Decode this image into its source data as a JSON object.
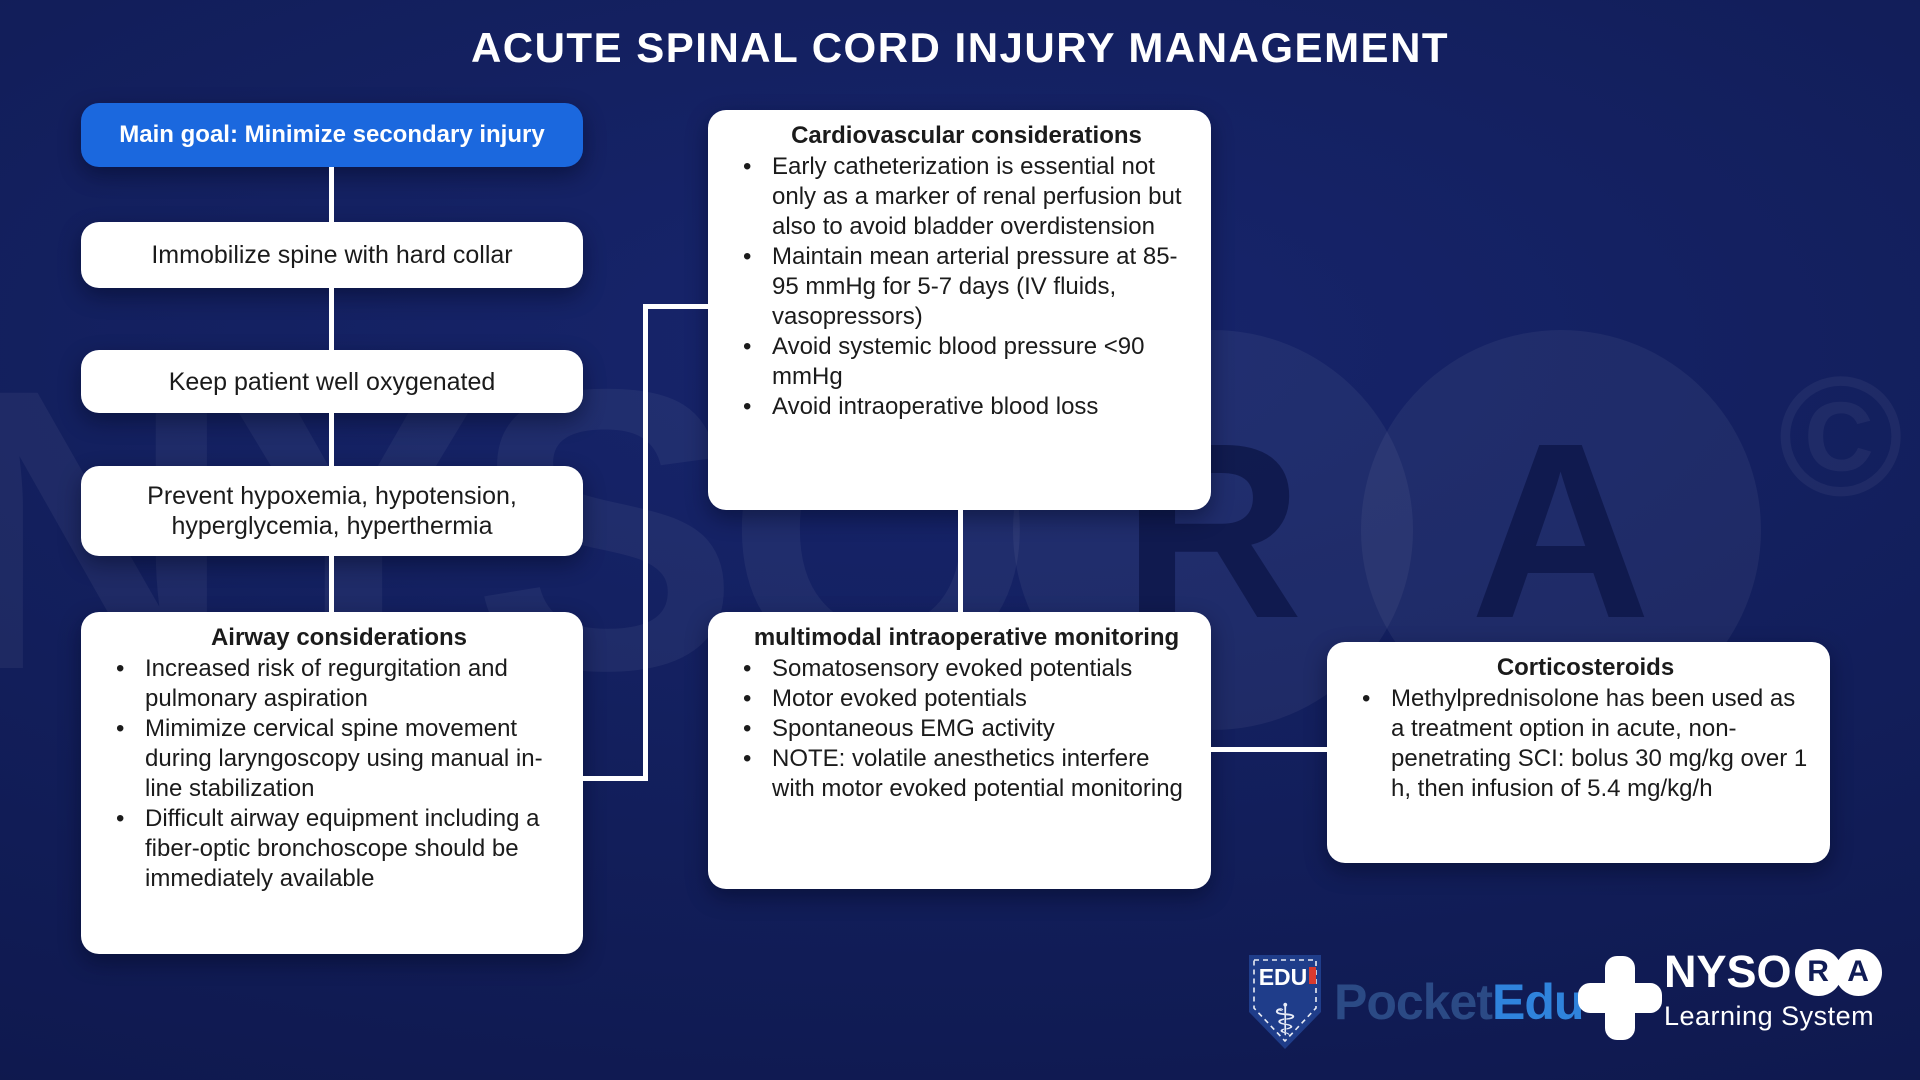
{
  "title": "ACUTE SPINAL CORD INJURY MANAGEMENT",
  "flow_steps": {
    "main_goal": "Main goal: Minimize secondary injury",
    "immobilize": "Immobilize spine with hard collar",
    "oxygenate": "Keep patient well oxygenated",
    "prevent": "Prevent hypoxemia, hypotension, hyperglycemia, hyperthermia"
  },
  "info_boxes": {
    "airway": {
      "title": "Airway considerations",
      "bullets": [
        "Increased risk of regurgitation and pulmonary aspiration",
        "Mimimize cervical spine movement during laryngoscopy using manual in-line stabilization",
        "Difficult airway equipment including a fiber-optic bronchoscope should be immediately available"
      ]
    },
    "cardiovascular": {
      "title": "Cardiovascular considerations",
      "bullets": [
        "Early catheterization is essential not only as a marker of renal perfusion but also to avoid bladder overdistension",
        "Maintain mean arterial pressure at 85-95 mmHg for 5-7 days (IV fluids, vasopressors)",
        "Avoid systemic blood pressure <90 mmHg",
        "Avoid intraoperative blood loss"
      ]
    },
    "monitoring": {
      "title": "multimodal intraoperative monitoring",
      "bullets": [
        "Somatosensory evoked potentials",
        "Motor evoked potentials",
        "Spontaneous EMG activity",
        "NOTE: volatile anesthetics interfere with motor evoked potential monitoring"
      ]
    },
    "corticosteroids": {
      "title": "Corticosteroids",
      "bullets": [
        "Methylprednisolone has been used as a treatment option in acute, non-penetrating SCI: bolus 30 mg/kg over 1 h, then infusion of 5.4 mg/kg/h"
      ]
    }
  },
  "watermark": {
    "nyso": "NYSO",
    "r": "R",
    "a": "A",
    "copyright": "©"
  },
  "footer": {
    "edu_shield_label": "EDU",
    "pocketedu_pocket": "Pocket",
    "pocketedu_edu": "Edu",
    "nysora_nyso": "NYSO",
    "nysora_r": "R",
    "nysora_a": "A",
    "nysora_subtitle": "Learning System"
  },
  "colors": {
    "background_navy": "#111d58",
    "accent_blue": "#1b68de",
    "box_white": "#ffffff",
    "text_dark": "#1b1b1b",
    "pocket_muted_blue": "#2b4a85",
    "edu_bright_blue": "#2f83dc",
    "tag_red": "#d93a2e"
  }
}
